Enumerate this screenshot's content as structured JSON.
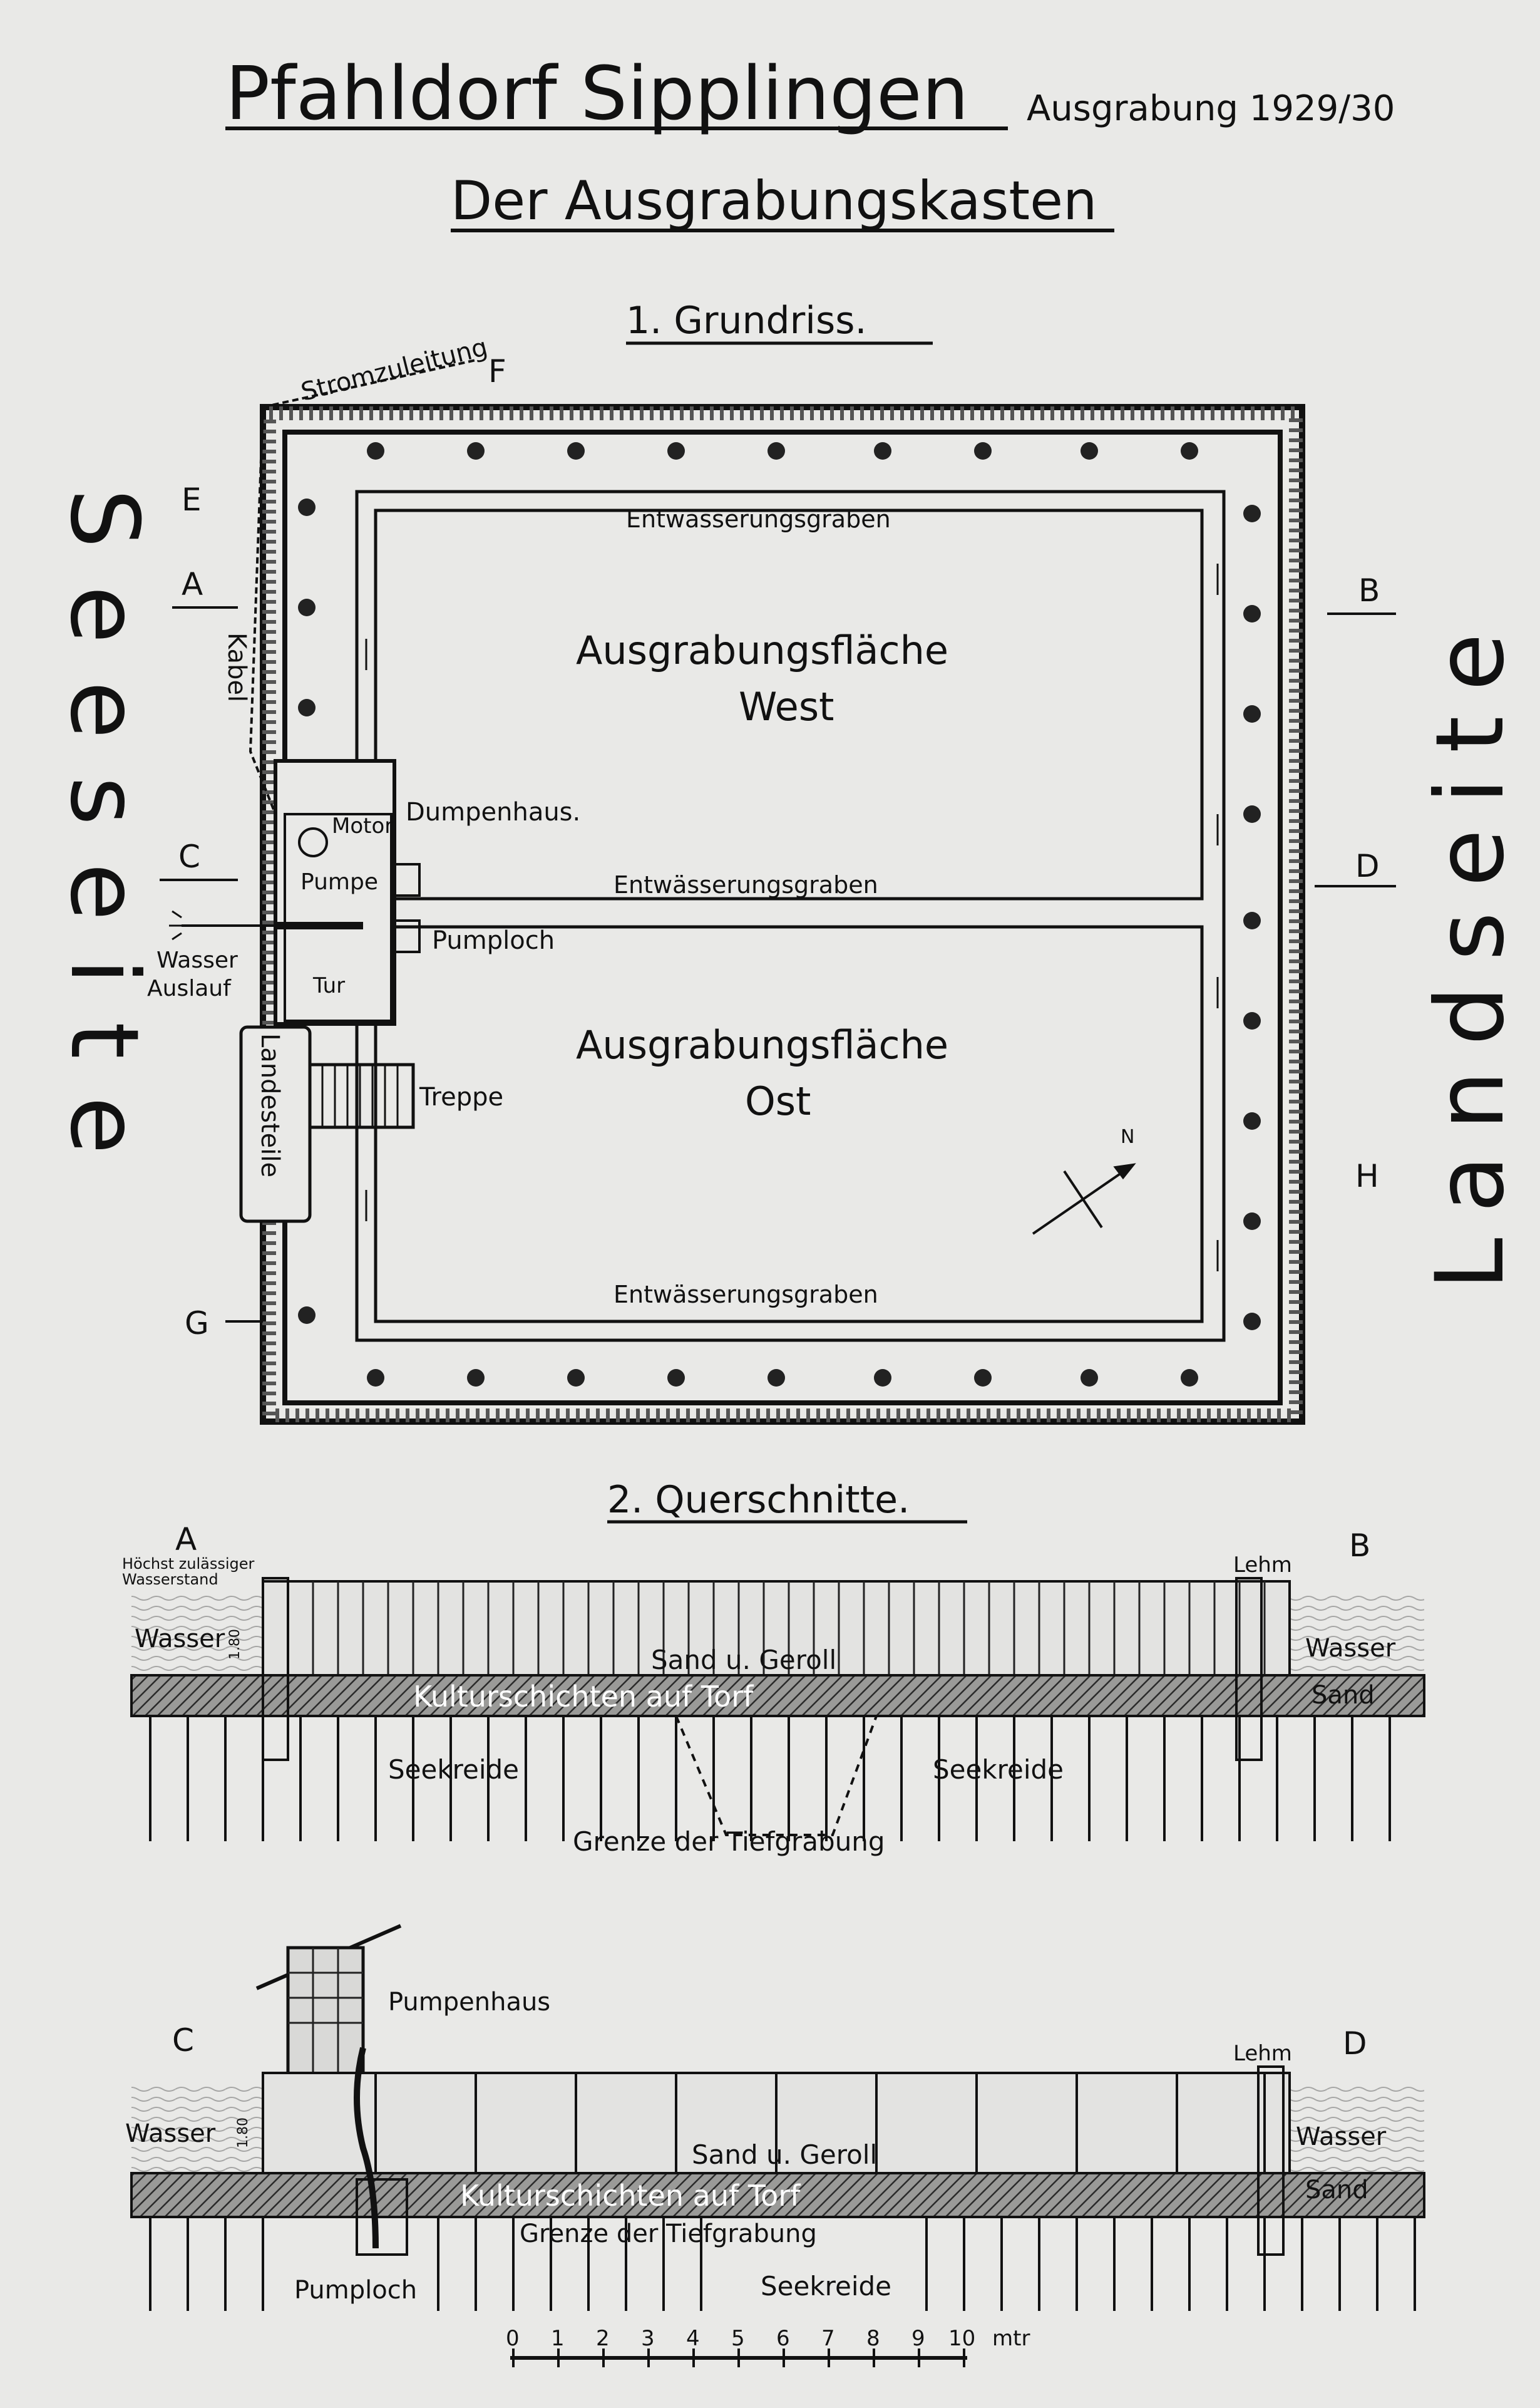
{
  "header": {
    "title": "Pfahldorf Sipplingen",
    "date": "Ausgrabung 1929/30",
    "subtitle": "Der Ausgrabungskasten"
  },
  "plan": {
    "heading": "1. Grundriss.",
    "side_left": "Seeseite",
    "side_right": "Landseite",
    "markers": [
      "A",
      "B",
      "C",
      "D",
      "E",
      "F",
      "G",
      "H"
    ],
    "labels": {
      "stromzuleitung": "Stromzuleitung",
      "kabel": "Kabel",
      "graben_top": "Entwässerungsgraben",
      "graben_mid": "Entwässerungsgraben",
      "graben_bottom": "Entwässerungsgraben",
      "west_line1": "Ausgrabungsfläche",
      "west_line2": "West",
      "ost_line1": "Ausgrabungsfläche",
      "ost_line2": "Ost",
      "pumpenhaus": "Dumpenhaus.",
      "motor": "Motor",
      "pumpe": "Pumpe",
      "pumploch": "Pumploch",
      "wasser": "Wasser",
      "auslauf": "Auslauf",
      "tur": "Tur",
      "landesteile": "Landesteile",
      "treppe": "Treppe",
      "north": "N"
    }
  },
  "sections": {
    "heading": "2. Querschnitte.",
    "ab": {
      "left": "A",
      "right": "B",
      "hochster_1": "Höchst zulässiger",
      "hochster_2": "Wasserstand",
      "depth": "1.80",
      "wasser_left": "Wasser",
      "wasser_right": "Wasser",
      "sand_right": "Sand",
      "lehm": "Lehm",
      "sand_geroll": "Sand u. Geroll",
      "kultur": "Kulturschichten auf Torf",
      "seekreide_left": "Seekreide",
      "seekreide_right": "Seekreide",
      "grenze": "Grenze der Tiefgrabung"
    },
    "cd": {
      "left": "C",
      "right": "D",
      "pumpenhaus": "Pumpenhaus",
      "depth": "1.80",
      "wasser_left": "Wasser",
      "wasser_right": "Wasser",
      "sand_right": "Sand",
      "lehm": "Lehm",
      "sand_geroll": "Sand u. Geroll",
      "kultur": "Kulturschichten auf Torf",
      "grenze": "Grenze der Tiefgrabung",
      "pumploch": "Pumploch",
      "seekreide": "Seekreide"
    }
  },
  "scale": {
    "ticks": [
      "0",
      "1",
      "2",
      "3",
      "4",
      "5",
      "6",
      "7",
      "8",
      "9",
      "10"
    ],
    "unit": "mtr"
  }
}
